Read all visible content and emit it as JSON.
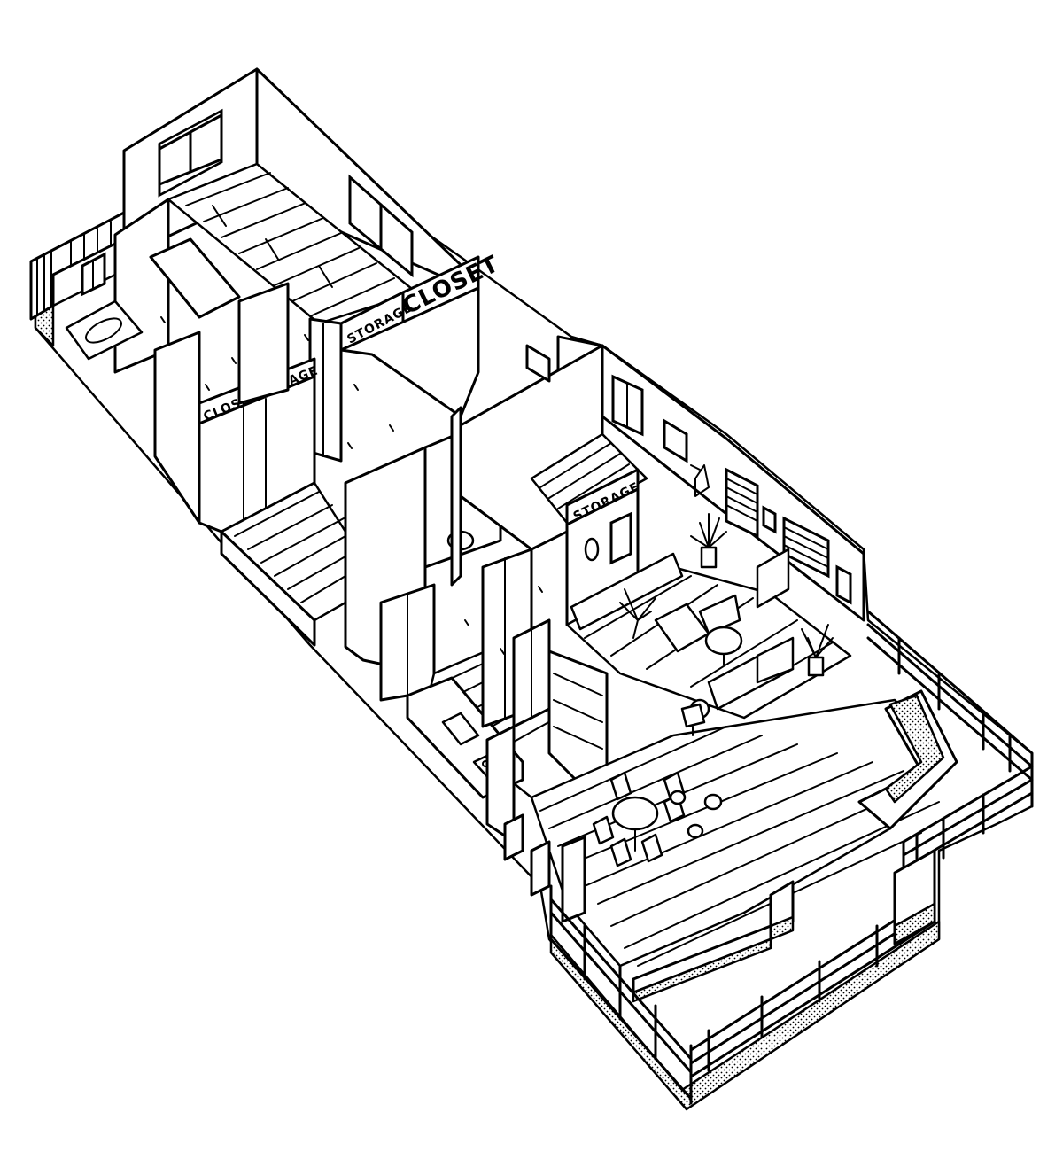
{
  "labels": {
    "closet_north": "CLOSET",
    "storage_north": "STORAGE",
    "closet_west": "CLOSET",
    "storage_west": "STORAGE",
    "storage_east": "STORAGE"
  },
  "colors": {
    "ink": "#000000",
    "paper": "#ffffff"
  }
}
